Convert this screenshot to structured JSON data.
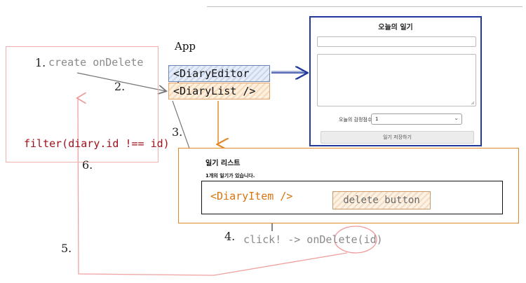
{
  "diagram": {
    "steps": {
      "s1": "1.",
      "s2": "2.",
      "s3": "3.",
      "s4": "4.",
      "s5": "5.",
      "s6": "6."
    },
    "create_label": "create onDelete",
    "filter_label": "filter(diary.id !== id)",
    "app_label": "App",
    "diary_editor_label": "<DiaryEditor />",
    "diary_list_label": "<DiaryList />",
    "diary_item_label": "<DiaryItem />",
    "delete_button_label": "delete button",
    "click_label": "click! -> onDelete(id)",
    "colors": {
      "editor_border": "#1f3a9c",
      "list_border": "#e08a2c",
      "filter_text": "#a3101a",
      "loop_pink": "#f0a0a0"
    }
  },
  "editor": {
    "title": "오늘의 일기",
    "emotion_label": "오늘의 감정점수 :",
    "emotion_value": "1",
    "save_button": "일기 저장하기"
  },
  "list": {
    "title": "일기 리스트",
    "count_text": "1개의 일기가 있습니다."
  }
}
